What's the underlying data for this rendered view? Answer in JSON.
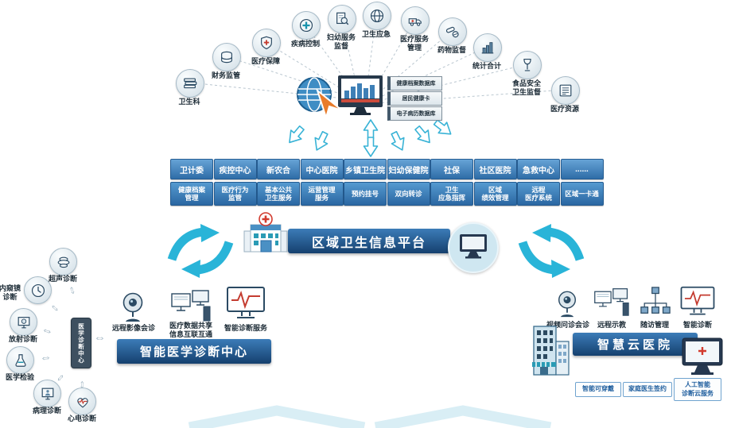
{
  "platform": {
    "title": "区域卫生信息平台",
    "hub_databases": [
      "健康档案数据库",
      "居民健康卡",
      "电子病历数据库"
    ],
    "accent_blue": "#2f6da7",
    "arrow_cyan": "#29b4d8"
  },
  "top_nodes": [
    {
      "label": "卫生科",
      "icon": "books-icon"
    },
    {
      "label": "财务监管",
      "icon": "coins-icon"
    },
    {
      "label": "医疗保障",
      "icon": "shield-cross-icon"
    },
    {
      "label": "疾病控制",
      "icon": "medical-cross-icon"
    },
    {
      "label": "妇幼服务\n监督",
      "icon": "magnifier-doc-icon"
    },
    {
      "label": "卫生应急",
      "icon": "globe-wire-icon"
    },
    {
      "label": "医疗服务\n管理",
      "icon": "ambulance-icon"
    },
    {
      "label": "药物监督",
      "icon": "pills-icon"
    },
    {
      "label": "统计合计",
      "icon": "bar-chart-icon"
    },
    {
      "label": "食品安全\n卫生监督",
      "icon": "wine-glass-icon"
    },
    {
      "label": "医疗资源",
      "icon": "archive-icon"
    }
  ],
  "org_row": [
    "卫计委",
    "疾控中心",
    "新农合",
    "中心医院",
    "乡镇卫生院",
    "妇幼保健院",
    "社保",
    "社区医院",
    "急救中心",
    "......"
  ],
  "service_row": [
    "健康档案\n管理",
    "医疗行为\n监管",
    "基本公共\n卫生服务",
    "运营管理\n服务",
    "预约挂号",
    "双向转诊",
    "卫生\n应急指挥",
    "区域\n绩效管理",
    "远程\n医疗系统",
    "区域一卡通"
  ],
  "diagnosis_center": {
    "title": "智能医学诊断中心",
    "device_label": "医学诊断中心",
    "nodes": [
      {
        "label": "超声诊断",
        "icon": "ultrasound-icon"
      },
      {
        "label": "内窥镜\n诊断",
        "icon": "endoscope-icon"
      },
      {
        "label": "放射诊断",
        "icon": "radiology-icon"
      },
      {
        "label": "医学检验",
        "icon": "lab-flask-icon"
      },
      {
        "label": "病理诊断",
        "icon": "pathology-icon"
      },
      {
        "label": "心电诊断",
        "icon": "ecg-heart-icon"
      }
    ],
    "features": [
      {
        "label": "远程影像会诊",
        "icon": "webcam-icon"
      },
      {
        "label": "医疗数据共享\n信息互联互通",
        "icon": "monitors-icon"
      },
      {
        "label": "智能诊断服务",
        "icon": "ecg-monitor-icon"
      }
    ]
  },
  "cloud_hospital": {
    "title": "智慧云医院",
    "features": [
      {
        "label": "视频问诊会诊",
        "icon": "webcam-icon"
      },
      {
        "label": "远程示教",
        "icon": "monitors-icon"
      },
      {
        "label": "随访管理",
        "icon": "orgchart-icon"
      },
      {
        "label": "智能诊断",
        "icon": "ecg-monitor-icon"
      }
    ],
    "buttons": [
      "智能可穿戴",
      "家庭医生签约",
      "人工智能\n诊断云服务"
    ]
  }
}
